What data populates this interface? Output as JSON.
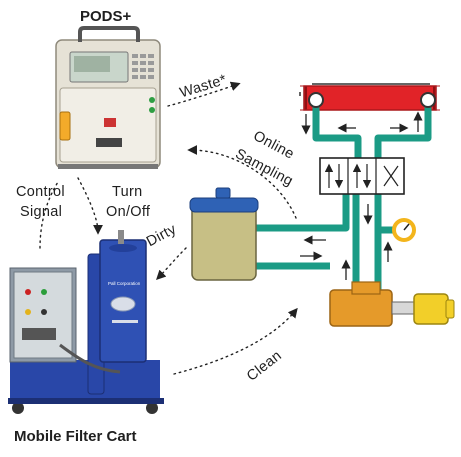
{
  "devices": {
    "pods_title": "PODS+",
    "cart_title": "Mobile Filter Cart",
    "cart_brand": "Pall Corporation"
  },
  "flows": {
    "waste": "Waste*",
    "online_sampling_line1": "Online",
    "online_sampling_line2": "Sampling",
    "control_signal_line1": "Control",
    "control_signal_line2": "Signal",
    "turn_onoff_line1": "Turn",
    "turn_onoff_line2": "On/Off",
    "dirty": "Dirty",
    "clean": "Clean"
  },
  "colors": {
    "pipe": "#1b9b85",
    "cooler": "#e12328",
    "tank_fill": "#c7bf85",
    "tank_top": "#2f62b5",
    "pump": "#e59a2a",
    "motor": "#f2cf29",
    "cart_blue": "#2947a8",
    "gauge": "#f3b51c",
    "pods_body": "#e6e2d6"
  }
}
